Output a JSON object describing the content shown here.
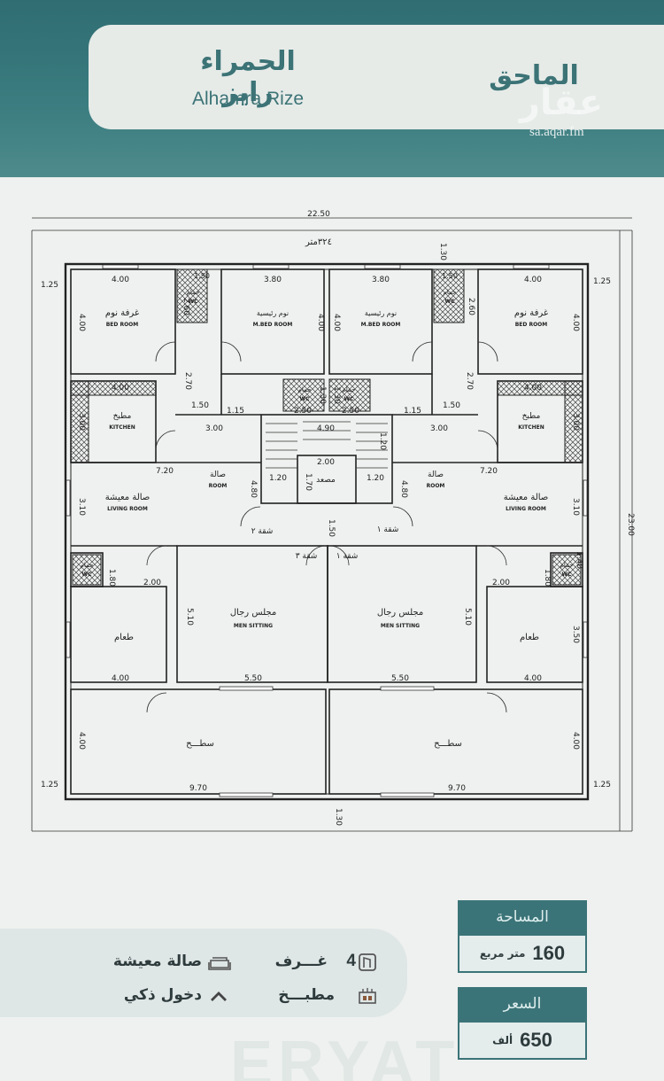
{
  "header": {
    "project_name_ar": "الحمراء رايز",
    "project_name_en": "Alhamra Rize",
    "district": "الماحق",
    "logo_text": "عقار",
    "logo_url": "sa.aqar.fm"
  },
  "plan": {
    "outer_width": "22.50",
    "outer_height": "23.00",
    "total_area": "٣٢٤متر",
    "dims": {
      "d130": "1.30",
      "d125": "1.25",
      "d400": "4.00",
      "d380": "3.80",
      "d150": "1.50",
      "d260": "2.60",
      "d270": "2.70",
      "d115": "1.15",
      "d250": "2.50",
      "d300": "3.00",
      "d490": "4.90",
      "d120": "1.20",
      "d720": "7.20",
      "d480": "4.80",
      "d200": "2.00",
      "d170": "1.70",
      "d310": "3.10",
      "d180": "1.80",
      "d140": "1.40",
      "d510": "5.10",
      "d550": "5.50",
      "d350": "3.50",
      "d970": "9.70"
    },
    "rooms": {
      "bedroom_ar": "غرفة نوم",
      "bedroom_en": "BED ROOM",
      "master_ar": "نوم رئيسية",
      "master_en": "M.BED ROOM",
      "bath_ar": "حمام",
      "wc": "WC",
      "kitchen_ar": "مطبخ",
      "kitchen_en": "KITCHEN",
      "hall_ar": "صالة",
      "hall_en": "ROOM",
      "living_ar": "صالة معيشة",
      "living_en": "LIVING ROOM",
      "elevator_ar": "مصعد",
      "apt1": "شقة ١",
      "apt2": "شقة ٢",
      "apt3": "شقة ٣",
      "majlis_ar": "مجلس رجال",
      "majlis_en": "MEN SITTING",
      "dining_ar": "طعام",
      "roof_ar": "سطـــح"
    }
  },
  "features": {
    "rooms_count": "4",
    "rooms_label": "غـــرف",
    "living": "صالة معيشة",
    "kitchen": "مطبـــخ",
    "smart_entry": "دخول ذكي"
  },
  "stats": {
    "area_label": "المساحة",
    "area_value": "160",
    "area_unit": "متر مربع",
    "price_label": "السعر",
    "price_value": "650",
    "price_unit": "ألف"
  },
  "watermark": "ERYAT",
  "colors": {
    "accent": "#3b7478",
    "band": "#2f6d72",
    "card": "#e6ebe8"
  }
}
